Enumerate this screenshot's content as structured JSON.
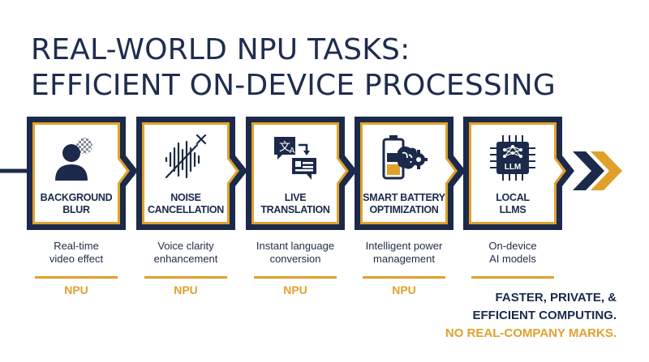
{
  "title": {
    "line1": "REAL-WORLD NPU TASKS:",
    "line2": "EFFICIENT ON-DEVICE PROCESSING"
  },
  "colors": {
    "navy": "#1b2a4a",
    "gold": "#e0a12c"
  },
  "tasks": [
    {
      "label1": "BACKGROUND",
      "label2": "BLUR",
      "icon": "person-blur-icon",
      "desc1": "Real-time",
      "desc2": "video effect",
      "tag": "NPU"
    },
    {
      "label1": "NOISE",
      "label2": "CANCELLATION",
      "icon": "muted-waveform-icon",
      "desc1": "Voice clarity",
      "desc2": "enhancement",
      "tag": "NPU"
    },
    {
      "label1": "LIVE",
      "label2": "TRANSLATION",
      "icon": "translate-bubbles-icon",
      "desc1": "Instant language",
      "desc2": "conversion",
      "tag": "NPU"
    },
    {
      "label1": "SMART BATTERY",
      "label2": "OPTIMIZATION",
      "icon": "battery-brain-gear-icon",
      "desc1": "Intelligent power",
      "desc2": "management",
      "tag": "NPU"
    },
    {
      "label1": "LOCAL",
      "label2": "LLMS",
      "icon": "llm-chip-icon",
      "desc1": "On-device",
      "desc2": "AI models",
      "tag": ""
    }
  ],
  "chip_text": "LLM",
  "tagline": {
    "line1": "FASTER, PRIVATE, &",
    "line2": "EFFICIENT COMPUTING.",
    "line3": "NO REAL-COMPANY MARKS."
  }
}
